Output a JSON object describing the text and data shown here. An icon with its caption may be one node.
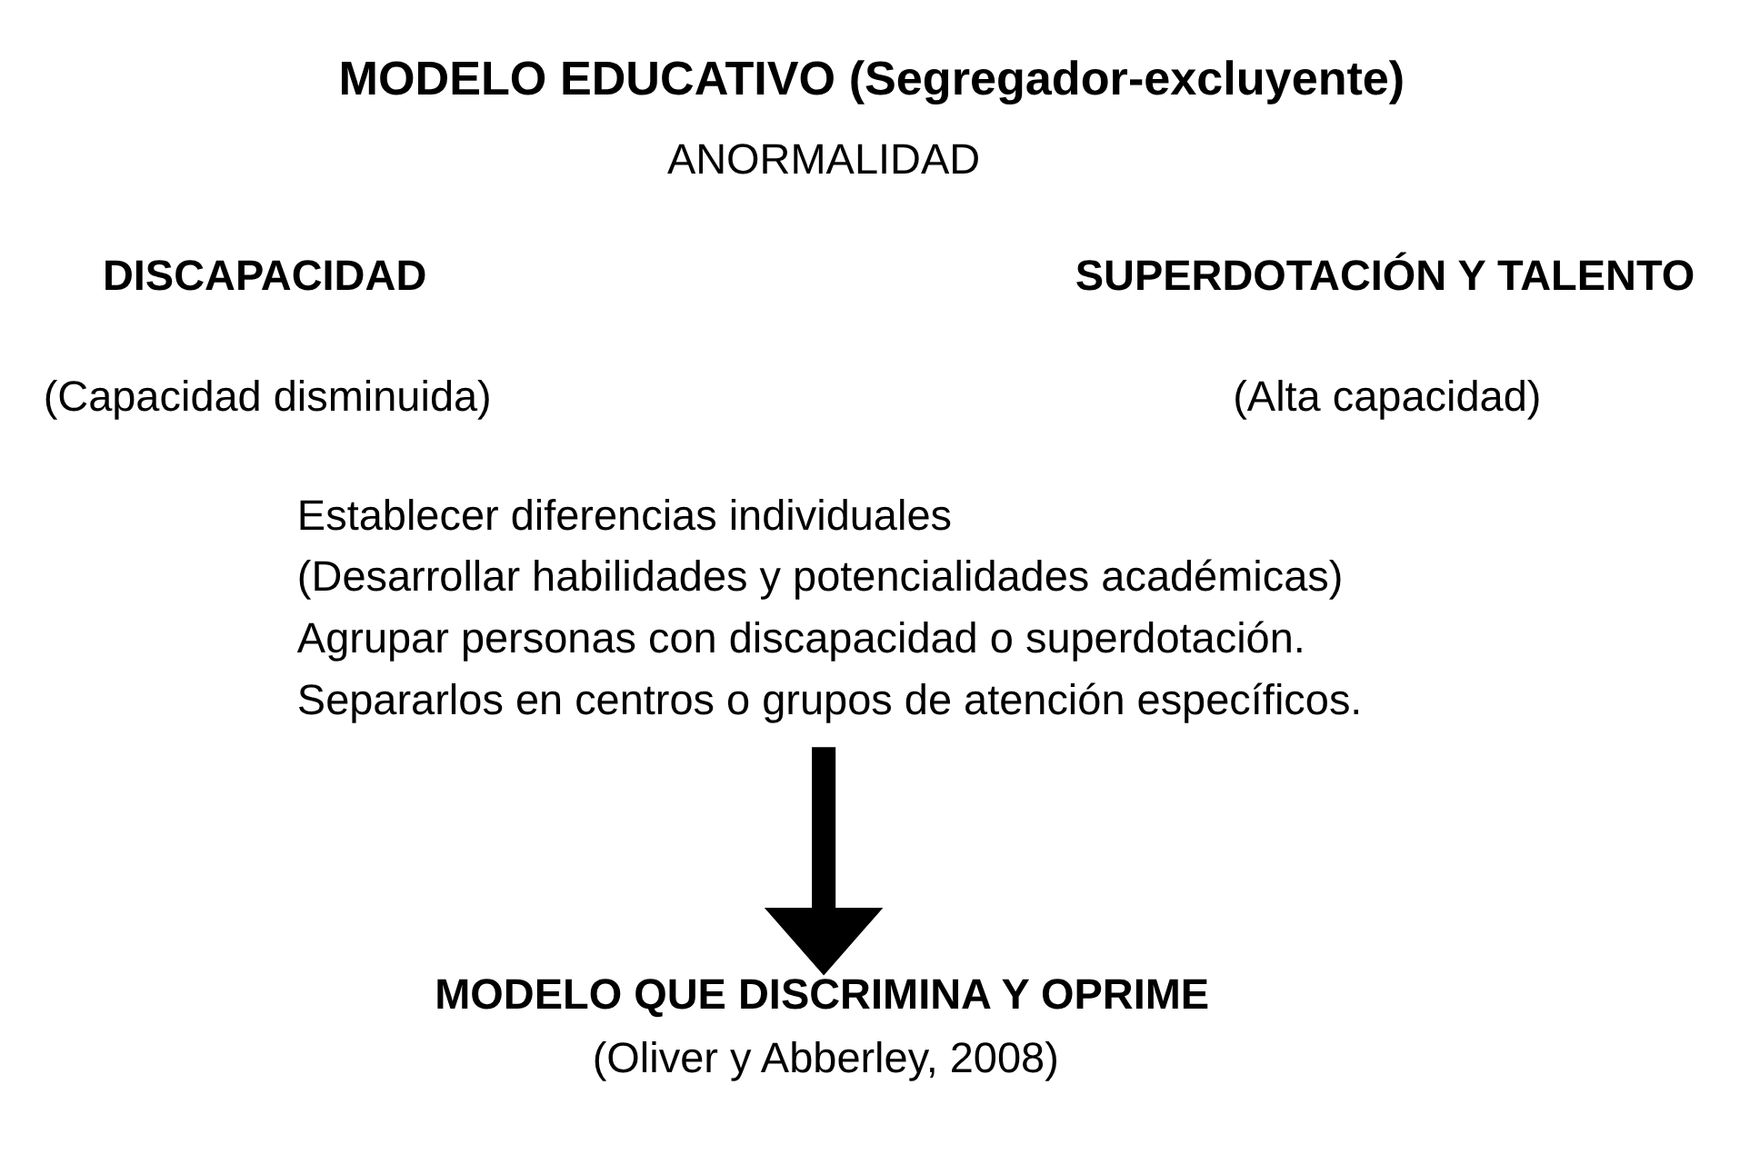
{
  "diagram": {
    "title": "MODELO EDUCATIVO (Segregador-excluyente)",
    "nodes": [
      {
        "text": [
          "Establecer diferencias individuales",
          "(Desarrollar habilidades y potencialidades académicas)",
          "Agrupar personas con discapacidad o superdotación.",
          "Separarlos en centros o grupos de atención específicos."
        ]
      },
      {
        "text": [
          "MODELO QUE DISCRIMINA Y OPRIME",
          "(Oliver y Abberley, 2008)"
        ]
      }
    ],
    "edges": [
      {
        "from": 0,
        "to": 1,
        "arrow": "to"
      }
    ],
    "labels": [
      "ANORMALIDAD",
      "DISCAPACIDAD",
      "(Capacidad disminuida)",
      "SUPERDOTACIÓN Y TALENTO",
      "(Alta capacidad)"
    ]
  }
}
